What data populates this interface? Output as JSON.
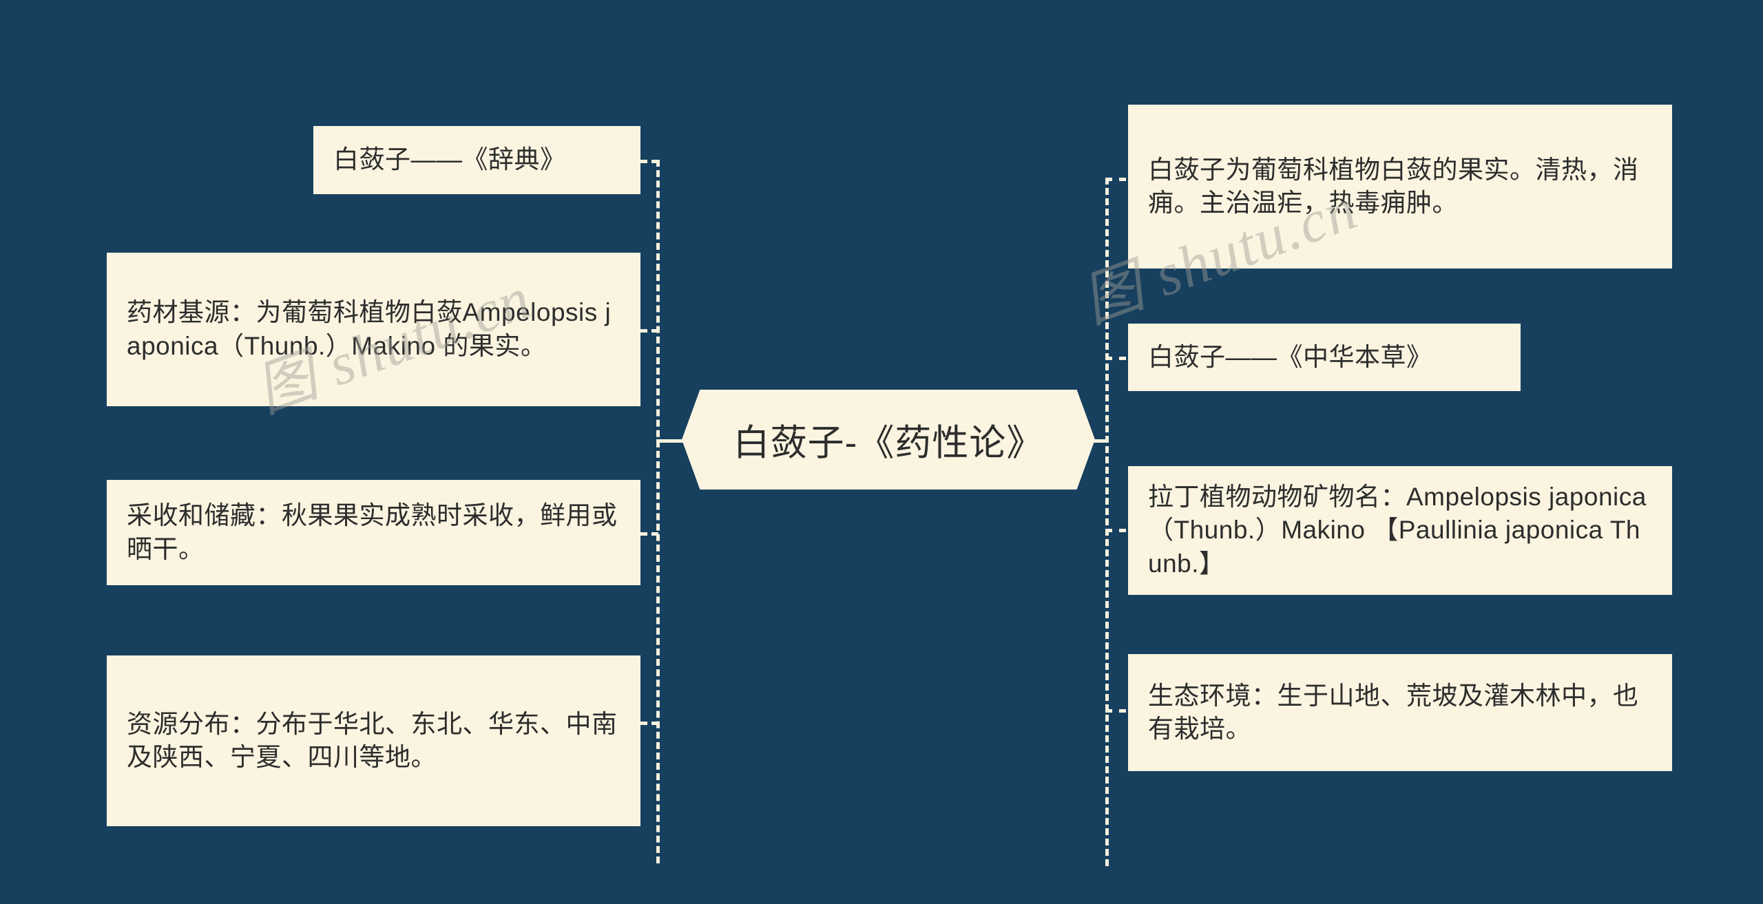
{
  "diagram": {
    "type": "mind-map",
    "background_color": "#17405f",
    "node_color": "#faf4e0",
    "text_color": "#2d2d2d",
    "center": {
      "label": "白蔹子-《药性论》"
    },
    "watermarks": [
      {
        "text": "图 shutu.cn"
      },
      {
        "text": "图 shutu.cn"
      }
    ],
    "left_branches": [
      {
        "label": "白蔹子——《辞典》"
      },
      {
        "label": "药材基源：为葡萄科植物白蔹Ampelopsis japonica（Thunb.）Makino 的果实。"
      },
      {
        "label": "采收和储藏：秋果果实成熟时采收，鲜用或晒干。"
      },
      {
        "label": "资源分布：分布于华北、东北、华东、中南及陕西、宁夏、四川等地。"
      }
    ],
    "right_branches": [
      {
        "label": "白蔹子为葡萄科植物白蔹的果实。清热，消痈。主治温疟，热毒痈肿。"
      },
      {
        "label": "白蔹子——《中华本草》"
      },
      {
        "label": "拉丁植物动物矿物名：Ampelopsis japonica（Thunb.）Makino 【Paullinia japonica Thunb.】"
      },
      {
        "label": "生态环境：生于山地、荒坡及灌木林中，也有栽培。"
      }
    ]
  }
}
